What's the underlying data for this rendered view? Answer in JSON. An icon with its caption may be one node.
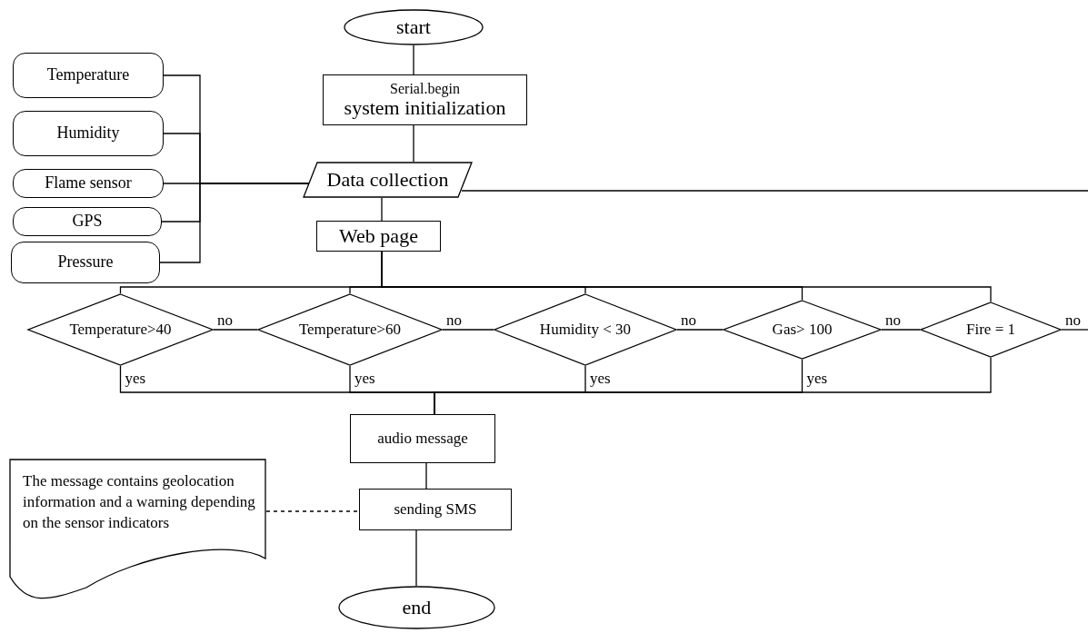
{
  "diagram": {
    "nodes": [
      {
        "text": [
          "start"
        ]
      },
      {
        "text": [
          "Serial.begin",
          "system initialization"
        ]
      },
      {
        "text": [
          "Temperature"
        ]
      },
      {
        "text": [
          "Humidity"
        ]
      },
      {
        "text": [
          "Flame sensor"
        ]
      },
      {
        "text": [
          "GPS"
        ]
      },
      {
        "text": [
          "Pressure"
        ]
      },
      {
        "text": [
          "Data collection"
        ]
      },
      {
        "text": [
          "Web page"
        ]
      },
      {
        "text": [
          "Temperature>40"
        ]
      },
      {
        "text": [
          "Temperature>60"
        ]
      },
      {
        "text": [
          "Humidity  < 30"
        ]
      },
      {
        "text": [
          "Gas> 100"
        ]
      },
      {
        "text": [
          "Fire  = 1"
        ]
      },
      {
        "text": [
          "audio message"
        ]
      },
      {
        "text": [
          "The message contains geolocation information and a warning depending on the sensor indicators"
        ]
      },
      {
        "text": [
          "sending SMS"
        ]
      },
      {
        "text": [
          "end"
        ]
      }
    ],
    "edges": [
      {
        "from": 0,
        "to": 1,
        "arrow": "none"
      },
      {
        "from": 1,
        "to": 7,
        "arrow": "none"
      },
      {
        "from": 2,
        "to": 7,
        "arrow": "none"
      },
      {
        "from": 3,
        "to": 7,
        "arrow": "none"
      },
      {
        "from": 4,
        "to": 7,
        "arrow": "none"
      },
      {
        "from": 5,
        "to": 7,
        "arrow": "none"
      },
      {
        "from": 6,
        "to": 7,
        "arrow": "none"
      },
      {
        "from": 7,
        "to": null,
        "arrow": "none"
      },
      {
        "from": 7,
        "to": 8,
        "arrow": "none"
      },
      {
        "from": 8,
        "to": 9,
        "arrow": "none"
      },
      {
        "from": 8,
        "to": 10,
        "arrow": "none"
      },
      {
        "from": 8,
        "to": 11,
        "arrow": "none"
      },
      {
        "from": 8,
        "to": 12,
        "arrow": "none"
      },
      {
        "from": 8,
        "to": 13,
        "arrow": "none"
      },
      {
        "from": 9,
        "to": 10,
        "arrow": "none",
        "label": "no"
      },
      {
        "from": 10,
        "to": 11,
        "arrow": "none",
        "label": "no"
      },
      {
        "from": 11,
        "to": 12,
        "arrow": "none",
        "label": "no"
      },
      {
        "from": 12,
        "to": 13,
        "arrow": "none",
        "label": "no"
      },
      {
        "from": 13,
        "to": null,
        "arrow": "none",
        "label": "no"
      },
      {
        "from": 9,
        "to": 14,
        "arrow": "none",
        "label": "yes"
      },
      {
        "from": 10,
        "to": 14,
        "arrow": "none",
        "label": "yes"
      },
      {
        "from": 11,
        "to": 14,
        "arrow": "none",
        "label": "yes"
      },
      {
        "from": 12,
        "to": 14,
        "arrow": "none",
        "label": "yes"
      },
      {
        "from": 13,
        "to": 14,
        "arrow": "none"
      },
      {
        "from": 14,
        "to": 16,
        "arrow": "none"
      },
      {
        "from": 15,
        "to": 16,
        "arrow": "none",
        "style": "dashed"
      },
      {
        "from": 16,
        "to": 17,
        "arrow": "none"
      }
    ]
  }
}
